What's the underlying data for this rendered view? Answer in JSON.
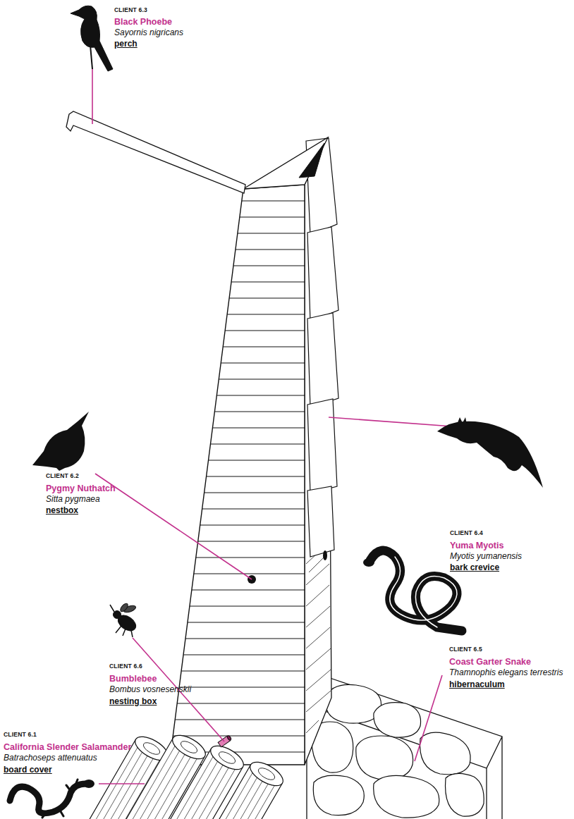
{
  "diagram": {
    "labels": [
      "CLIENT 6.3",
      "Black Phoebe",
      "Sayornis nigricans",
      "perch",
      "CLIENT 6.2",
      "Pygmy Nuthatch",
      "Sitta pygmaea",
      "nestbox",
      "CLIENT 6.4",
      "Yuma Myotis",
      "Myotis yumanensis",
      "bark crevice",
      "CLIENT 6.5",
      "Coast Garter Snake",
      "Thamnophis elegans terrestris",
      "hibernaculum",
      "CLIENT 6.6",
      "Bumblebee",
      "Bombus vosnesenskii",
      "nesting box",
      "CLIENT 6.1",
      "California Slender Salamander",
      "Batrachoseps attenuatus",
      "board cover"
    ]
  }
}
